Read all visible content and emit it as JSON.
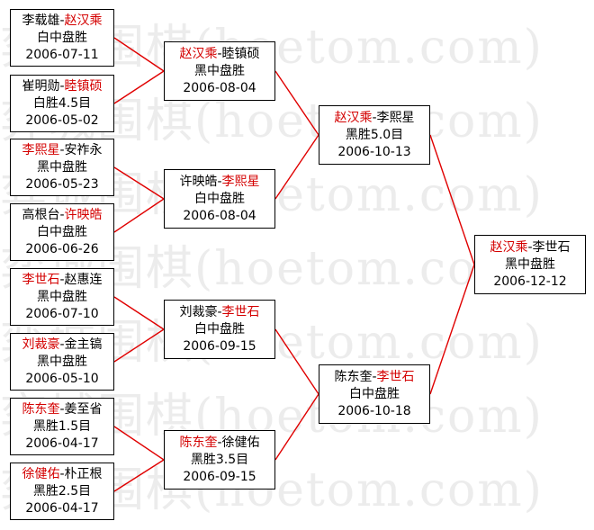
{
  "watermark": [
    "弈城围棋(hoetom.com)",
    "弈城围棋(hoetom.com)",
    "弈城围棋(hoetom.com)",
    "弈城围棋(hoetom.com)",
    "弈城围棋(hoetom.com)",
    "弈城围棋(hoetom.com)",
    "弈城围棋(hoetom.com)"
  ],
  "line_color": "#e00000",
  "winner_color": "#d40000",
  "matches": {
    "r1_m1": {
      "p1": "李载雄",
      "p2": "赵汉乘",
      "result": "白中盘胜",
      "date": "2006-07-11"
    },
    "r1_m2": {
      "p1": "崔明勋",
      "p2": "睦镇硕",
      "result": "白胜4.5目",
      "date": "2006-05-02"
    },
    "r1_m3": {
      "p1": "李熙星",
      "p2": "安祚永",
      "result": "黑中盘胜",
      "date": "2006-05-23"
    },
    "r1_m4": {
      "p1": "高根台",
      "p2": "许映皓",
      "result": "白中盘胜",
      "date": "2006-06-26"
    },
    "r1_m5": {
      "p1": "李世石",
      "p2": "赵惠连",
      "result": "黑中盘胜",
      "date": "2006-07-10"
    },
    "r1_m6": {
      "p1": "刘裁豪",
      "p2": "金主镐",
      "result": "黑中盘胜",
      "date": "2006-05-10"
    },
    "r1_m7": {
      "p1": "陈东奎",
      "p2": "姜至省",
      "result": "黑胜1.5目",
      "date": "2006-04-17"
    },
    "r1_m8": {
      "p1": "徐健佑",
      "p2": "朴正根",
      "result": "黑胜2.5目",
      "date": "2006-04-17"
    },
    "r2_m1": {
      "p1": "赵汉乘",
      "p2": "睦镇硕",
      "result": "黑中盘胜",
      "date": "2006-08-04"
    },
    "r2_m2": {
      "p1": "许映皓",
      "p2": "李熙星",
      "result": "白中盘胜",
      "date": "2006-08-04"
    },
    "r2_m3": {
      "p1": "刘裁豪",
      "p2": "李世石",
      "result": "白中盘胜",
      "date": "2006-09-15"
    },
    "r2_m4": {
      "p1": "陈东奎",
      "p2": "徐健佑",
      "result": "黑胜3.5目",
      "date": "2006-09-15"
    },
    "r3_m1": {
      "p1": "赵汉乘",
      "p2": "李熙星",
      "result": "黑胜5.0目",
      "date": "2006-10-13"
    },
    "r3_m2": {
      "p1": "陈东奎",
      "p2": "李世石",
      "result": "白中盘胜",
      "date": "2006-10-18"
    },
    "final": {
      "p1": "赵汉乘",
      "p2": "李世石",
      "result": "黑中盘胜",
      "date": "2006-12-12"
    }
  }
}
